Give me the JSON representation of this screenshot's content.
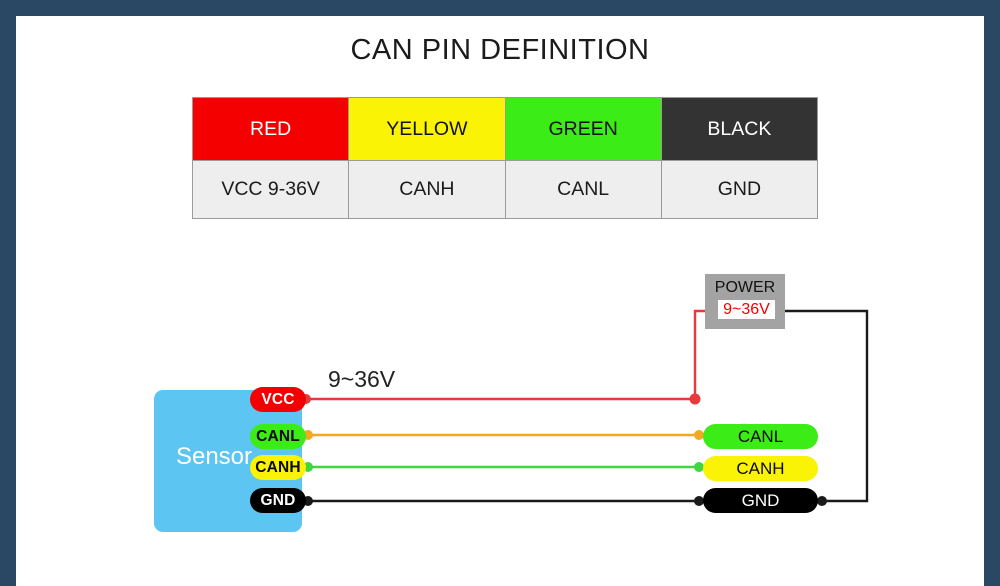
{
  "page": {
    "title": "CAN PIN DEFINITION",
    "border_color": "#2a4763",
    "background": "#ffffff"
  },
  "pin_table": {
    "headers": [
      {
        "label": "RED",
        "bg": "#f40000",
        "fg": "#ffffff"
      },
      {
        "label": "YELLOW",
        "bg": "#fbf305",
        "fg": "#141414"
      },
      {
        "label": "GREEN",
        "bg": "#3bec16",
        "fg": "#141414"
      },
      {
        "label": "BLACK",
        "bg": "#333333",
        "fg": "#ffffff"
      }
    ],
    "values": [
      "VCC  9-36V",
      "CANH",
      "CANL",
      "GND"
    ]
  },
  "diagram": {
    "sensor": {
      "label": "Sensor",
      "color": "#5cc5f2",
      "pins": [
        {
          "name": "VCC",
          "bg": "#f40000",
          "fg": "#ffffff"
        },
        {
          "name": "CANL",
          "bg": "#3bec16",
          "fg": "#0a0a0a"
        },
        {
          "name": "CANH",
          "bg": "#fbf305",
          "fg": "#0a0a0a"
        },
        {
          "name": "GND",
          "bg": "#000000",
          "fg": "#ffffff"
        }
      ]
    },
    "annotation": "9~36V",
    "power": {
      "title": "POWER",
      "voltage": "9~36V",
      "box_color": "#a3a3a3",
      "voltage_color": "#f40000"
    },
    "connectors": [
      {
        "name": "CANL",
        "bg": "#3bec16",
        "fg": "#0a0a0a"
      },
      {
        "name": "CANH",
        "bg": "#fbf305",
        "fg": "#0a0a0a"
      },
      {
        "name": "GND",
        "bg": "#000000",
        "fg": "#ffffff"
      }
    ],
    "wires": [
      {
        "name": "vcc-to-power",
        "color": "#e8393c"
      },
      {
        "name": "canl-wire",
        "color": "#f5a623"
      },
      {
        "name": "canh-wire",
        "color": "#3fd63f"
      },
      {
        "name": "gnd-wire",
        "color": "#1a1a1a"
      },
      {
        "name": "power-gnd-return",
        "color": "#1a1a1a"
      }
    ]
  }
}
